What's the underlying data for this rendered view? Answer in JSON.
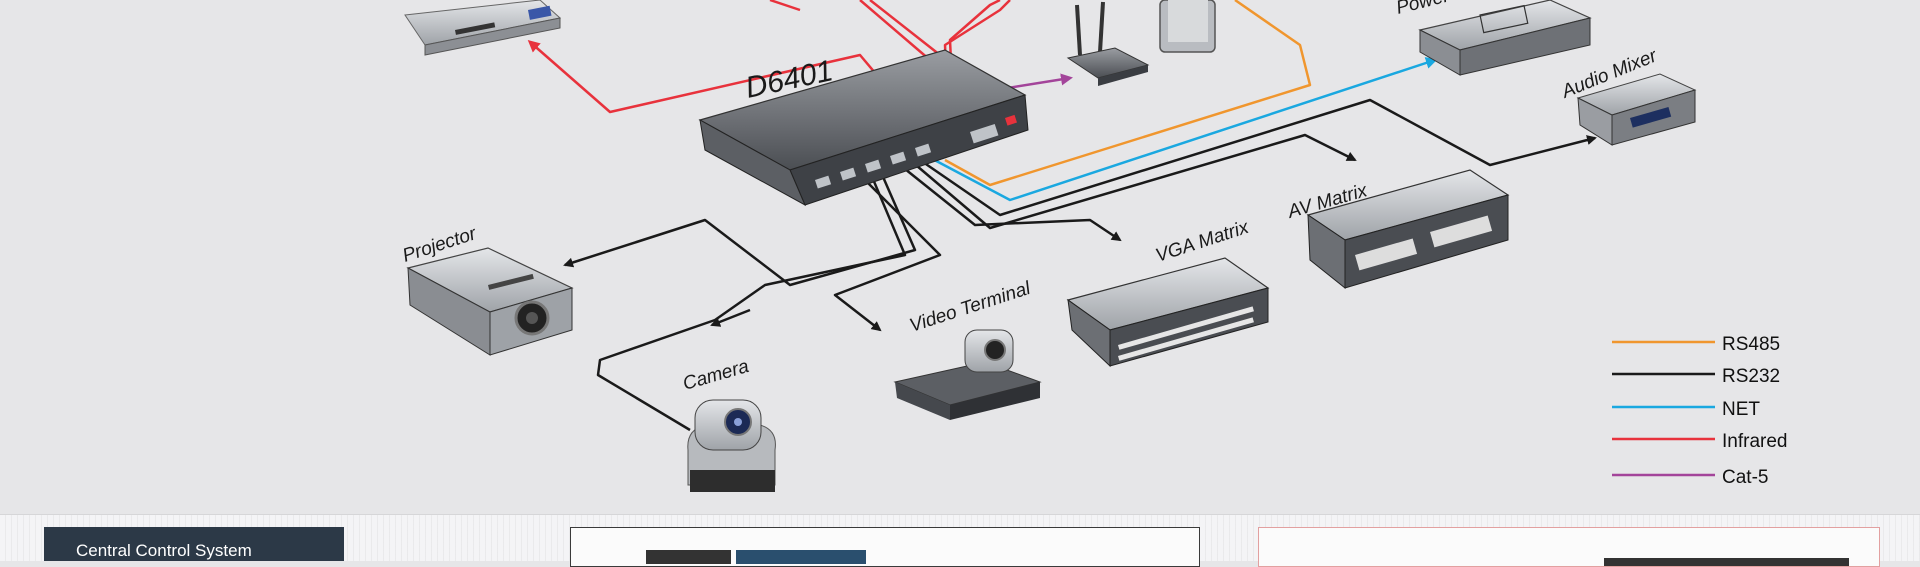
{
  "devices": {
    "controller": "D6401",
    "projector": "Projector",
    "camera": "Camera",
    "video_terminal": "Video Terminal",
    "vga_matrix": "VGA Matrix",
    "av_matrix": "AV Matrix",
    "audio_mixer": "Audio Mixer",
    "power": "Power"
  },
  "legend": [
    {
      "label": "RS485",
      "color": "#f0962e"
    },
    {
      "label": "RS232",
      "color": "#1a1a1a"
    },
    {
      "label": "NET",
      "color": "#1aa8e0"
    },
    {
      "label": "Infrared",
      "color": "#e8323c"
    },
    {
      "label": "Cat-5",
      "color": "#a3449a"
    }
  ],
  "bottom": {
    "panel_title": "Central Control System"
  }
}
